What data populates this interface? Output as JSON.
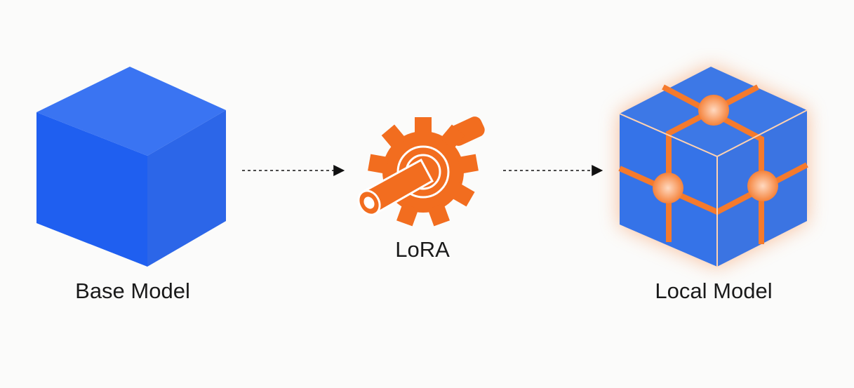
{
  "nodes": [
    {
      "id": "base",
      "label": "Base Model"
    },
    {
      "id": "lora",
      "label": "LoRA"
    },
    {
      "id": "local",
      "label": "Local Model"
    }
  ],
  "edges": [
    {
      "from": "base",
      "to": "lora",
      "style": "dashed"
    },
    {
      "from": "lora",
      "to": "local",
      "style": "dashed"
    }
  ],
  "colors": {
    "base_cube": "#2f6cf0",
    "accent": "#f5782a",
    "text": "#1a1a1a"
  }
}
